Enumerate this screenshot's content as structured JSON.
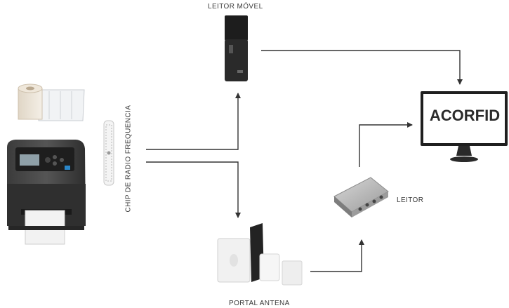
{
  "labels": {
    "leitor_movel": "LEITOR MÓVEL",
    "chip": "CHIP DE RADIO FREQUENCIA",
    "leitor": "LEITOR",
    "portal_antena": "PORTAL ANTENA",
    "monitor": "ACORFID"
  },
  "icons": {
    "printer": "rfid-label-printer-icon",
    "label_roll": "label-roll-icon",
    "tag": "rfid-tag-icon",
    "handheld": "handheld-reader-icon",
    "reader": "fixed-reader-icon",
    "antennas": "portal-antenna-icon",
    "monitor": "monitor-icon"
  },
  "colors": {
    "arrow": "#333333",
    "device_dark": "#2a2a2a",
    "device_light": "#e8e8e8"
  }
}
